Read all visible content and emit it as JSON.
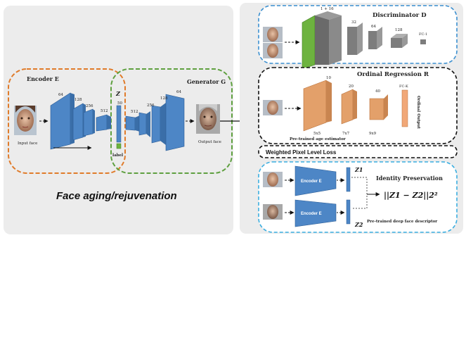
{
  "left_panel": {
    "encoder_title": "Encoder E",
    "generator_title": "Generator G",
    "input_caption": "Input face",
    "output_caption": "Output face",
    "z_label": "Z",
    "label_caption": "label",
    "encoder_sizes": [
      "64",
      "128",
      "256",
      "512"
    ],
    "z_size": "50",
    "generator_sizes": [
      "512",
      "256",
      "128",
      "64"
    ],
    "task_title": "Face aging/rejuvenation"
  },
  "discriminator": {
    "title": "Discriminator D",
    "sizes": [
      "1 + 16",
      "32",
      "64",
      "128"
    ],
    "fc_label": "FC-1"
  },
  "ordinal": {
    "title": "Ordinal Regression R",
    "sizes": [
      "10",
      "20",
      "40"
    ],
    "fc_label": "FC-K",
    "kernels": [
      "5x5",
      "7x7",
      "9x9"
    ],
    "output_label": "Ordinal Output",
    "caption": "Pre-trained age estimator"
  },
  "pixel_loss": {
    "title": "Weighted Pixel Level Loss"
  },
  "identity": {
    "encoder_labels": [
      "Encoder E",
      "Encoder E"
    ],
    "z1": "Z1",
    "z2": "Z2",
    "title": "Identity Preservation",
    "formula": "||Z1 − Z2||2²",
    "caption": "Pre-trained deep face descriptor"
  },
  "colors": {
    "panel_bg": "#ececec",
    "encoder_border": "#e07b2a",
    "generator_border": "#5fa040",
    "disc_border": "#3a8fd0",
    "identity_border": "#3aaee0",
    "blue_layer": "#4d86c6",
    "orange_layer": "#e3a06a",
    "gray_layer": "#7d7d7d",
    "green_layer": "#6db33f"
  }
}
